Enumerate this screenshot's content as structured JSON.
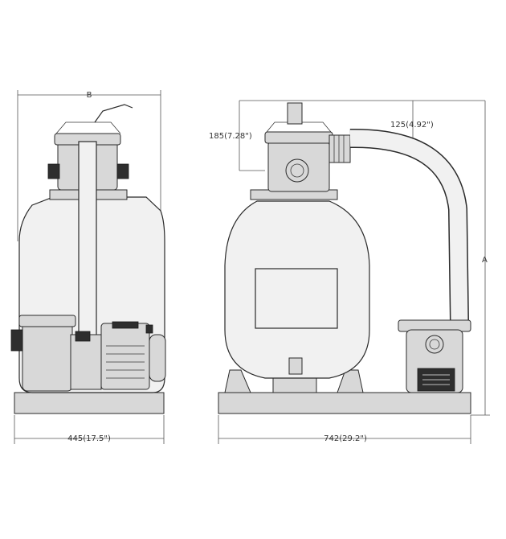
{
  "labels": {
    "dim_b": "B",
    "dim_a": "A",
    "dim_185": "185(7.28\")",
    "dim_125": "125(4.92\")",
    "dim_445": "445(17.5\")",
    "dim_742": "742(29.2\")"
  }
}
